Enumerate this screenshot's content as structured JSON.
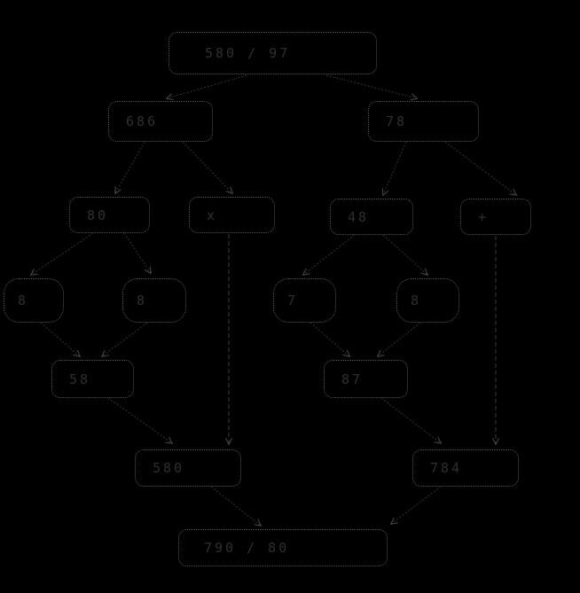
{
  "diagram": {
    "colors": {
      "background": "#000000",
      "node_border": "#565656",
      "node_text": "#2f2f2f",
      "edge_line": "#3a3a3a"
    },
    "nodes": {
      "root": {
        "label": "580 / 97"
      },
      "level2_left": {
        "label": "686"
      },
      "level2_right": {
        "label": "78"
      },
      "operand_left": {
        "label": "80"
      },
      "operator_left": {
        "label": "x"
      },
      "operand_right": {
        "label": "48"
      },
      "operator_right": {
        "label": "+"
      },
      "leaf_a": {
        "label": "8"
      },
      "leaf_b": {
        "label": "8"
      },
      "leaf_c": {
        "label": "7"
      },
      "leaf_d": {
        "label": "8"
      },
      "result_left": {
        "label": "58"
      },
      "result_right": {
        "label": "87"
      },
      "combined_left": {
        "label": "580"
      },
      "combined_right": {
        "label": "784"
      },
      "final": {
        "label": "790 / 80"
      }
    }
  }
}
